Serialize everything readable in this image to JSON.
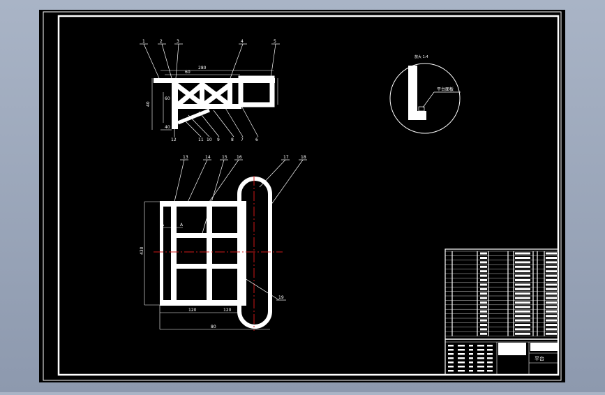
{
  "drawing": {
    "colors": {
      "background": "#000000",
      "viewport": "#a9b4c6",
      "lines": "#ffffff",
      "centerline": "#d01818"
    },
    "side_view": {
      "balloons": [
        "1",
        "2",
        "3",
        "4",
        "5",
        "6",
        "7",
        "8",
        "9",
        "10",
        "11",
        "12"
      ],
      "dimensions": [
        "280",
        "60",
        "40",
        "40",
        "60"
      ]
    },
    "plan_view": {
      "balloons": [
        "13",
        "14",
        "15",
        "16",
        "17",
        "18",
        "19"
      ],
      "dimensions": [
        "430",
        "120",
        "120",
        "80"
      ],
      "section_label": "A"
    },
    "detail_view": {
      "title": "放大 1:4",
      "note": "平台面板"
    },
    "title_block": {
      "name": "平台"
    }
  }
}
